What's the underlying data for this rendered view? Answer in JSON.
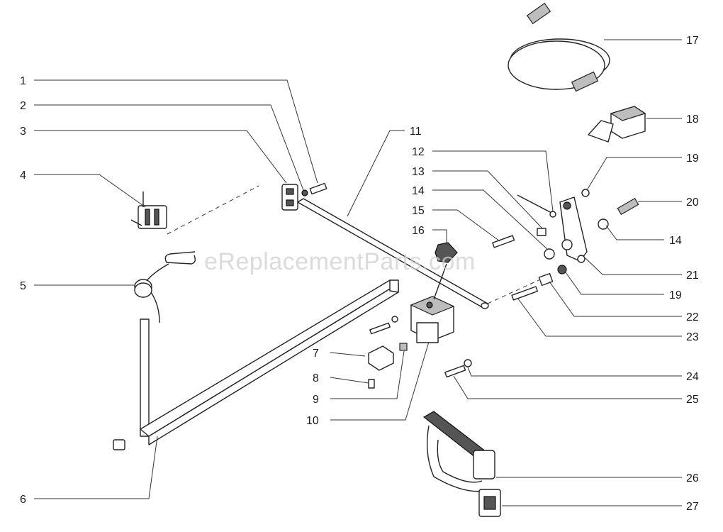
{
  "watermark": "eReplacementParts.com",
  "callouts": [
    {
      "number": "1"
    },
    {
      "number": "2"
    },
    {
      "number": "3"
    },
    {
      "number": "4"
    },
    {
      "number": "5"
    },
    {
      "number": "6"
    },
    {
      "number": "7"
    },
    {
      "number": "8"
    },
    {
      "number": "9"
    },
    {
      "number": "10"
    },
    {
      "number": "11"
    },
    {
      "number": "12"
    },
    {
      "number": "13"
    },
    {
      "number": "14"
    },
    {
      "number": "15"
    },
    {
      "number": "16"
    },
    {
      "number": "17"
    },
    {
      "number": "18"
    },
    {
      "number": "19"
    },
    {
      "number": "20"
    },
    {
      "number": "14"
    },
    {
      "number": "21"
    },
    {
      "number": "19"
    },
    {
      "number": "22"
    },
    {
      "number": "23"
    },
    {
      "number": "24"
    },
    {
      "number": "25"
    },
    {
      "number": "26"
    },
    {
      "number": "27"
    }
  ],
  "colors": {
    "ink": "#222222",
    "watermark": "#cfcfcf",
    "background": "#ffffff"
  }
}
